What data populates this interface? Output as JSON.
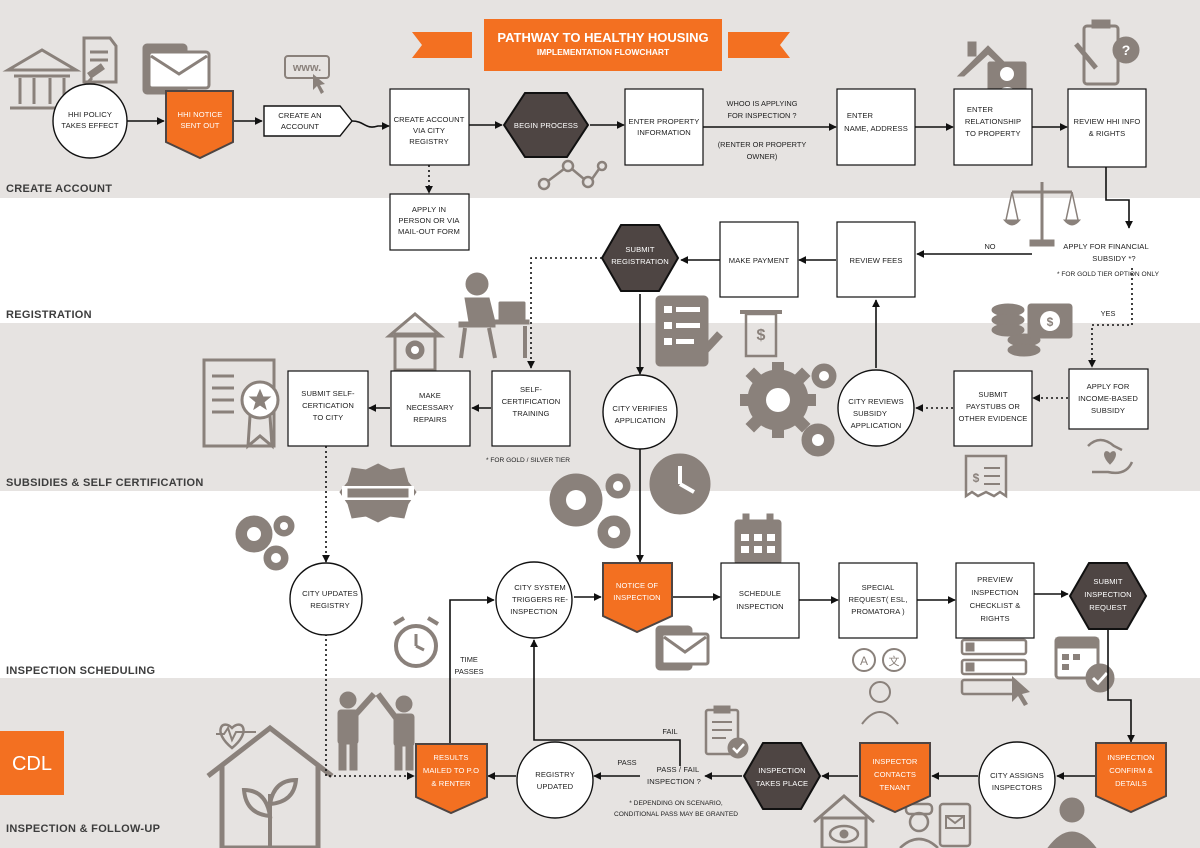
{
  "title": {
    "main": "PATHWAY TO HEALTHY HOUSING",
    "sub": "IMPLEMENTATION FLOWCHART"
  },
  "logo": "CDL",
  "lanes": [
    {
      "id": "create",
      "label": "CREATE ACCOUNT"
    },
    {
      "id": "registration",
      "label": "REGISTRATION"
    },
    {
      "id": "subsidies",
      "label": "SUBSIDIES & SELF CERTIFICATION"
    },
    {
      "id": "scheduling",
      "label": "INSPECTION SCHEDULING"
    },
    {
      "id": "followup",
      "label": "INSPECTION & FOLLOW-UP"
    }
  ],
  "nodes": [
    {
      "id": "hhi_policy",
      "shape": "circle",
      "lines": [
        "HHI POLICY",
        "TAKES EFFECT"
      ]
    },
    {
      "id": "hhi_notice",
      "shape": "orange",
      "lines": [
        "HHI NOTICE",
        "SENT OUT"
      ]
    },
    {
      "id": "create_account",
      "shape": "flag",
      "lines": [
        "CREATE AN",
        "ACCOUNT"
      ]
    },
    {
      "id": "create_via_city",
      "shape": "rect",
      "lines": [
        "CREATE ACCOUNT",
        "VIA CITY",
        "REGISTRY"
      ]
    },
    {
      "id": "apply_person",
      "shape": "rect",
      "lines": [
        "APPLY IN",
        "PERSON OR VIA",
        "MAIL-OUT FORM"
      ]
    },
    {
      "id": "begin_process",
      "shape": "hex",
      "lines": [
        "BEGIN PROCESS"
      ]
    },
    {
      "id": "enter_property",
      "shape": "rect",
      "lines": [
        "ENTER PROPERTY",
        "INFORMATION"
      ]
    },
    {
      "id": "enter_name",
      "shape": "rect",
      "lines": [
        "ENTER",
        "NAME, ADDRESS"
      ]
    },
    {
      "id": "enter_relationship",
      "shape": "rect",
      "lines": [
        "ENTER",
        "RELATIONSHIP",
        "TO PROPERTY"
      ]
    },
    {
      "id": "review_info",
      "shape": "rect",
      "lines": [
        "REVIEW HHI INFO",
        "& RIGHTS"
      ]
    },
    {
      "id": "apply_subsidy_q",
      "shape": "text",
      "lines": [
        "APPLY FOR FINANCIAL",
        "SUBSIDY *?"
      ]
    },
    {
      "id": "review_fees",
      "shape": "rect",
      "lines": [
        "REVIEW FEES"
      ]
    },
    {
      "id": "make_payment",
      "shape": "rect",
      "lines": [
        "MAKE PAYMENT"
      ]
    },
    {
      "id": "submit_registration",
      "shape": "hex",
      "lines": [
        "SUBMIT",
        "REGISTRATION"
      ]
    },
    {
      "id": "apply_income",
      "shape": "rect",
      "lines": [
        "APPLY FOR",
        "INCOME-BASED",
        "SUBSIDY"
      ]
    },
    {
      "id": "submit_paystubs",
      "shape": "rect",
      "lines": [
        "SUBMIT",
        "PAYSTUBS OR",
        "OTHER EVIDENCE"
      ]
    },
    {
      "id": "city_reviews",
      "shape": "circle",
      "lines": [
        "CITY REVIEWS",
        "SUBSIDY",
        "APPLICATION"
      ]
    },
    {
      "id": "city_verifies",
      "shape": "circle",
      "lines": [
        "CITY VERIFIES",
        "APPLICATION"
      ]
    },
    {
      "id": "self_cert",
      "shape": "rect",
      "lines": [
        "SELF-",
        "CERTIFICATION",
        "TRAINING"
      ]
    },
    {
      "id": "make_repairs",
      "shape": "rect",
      "lines": [
        "MAKE",
        "NECESSARY",
        "REPAIRS"
      ]
    },
    {
      "id": "submit_self",
      "shape": "rect",
      "lines": [
        "SUBMIT SELF-",
        "CERTICATION",
        "TO CITY"
      ]
    },
    {
      "id": "city_updates",
      "shape": "circle",
      "lines": [
        "CITY UPDATES",
        "REGISTRY"
      ]
    },
    {
      "id": "city_triggers",
      "shape": "circle",
      "lines": [
        "CITY SYSTEM",
        "TRIGGERS RE-",
        "INSPECTION"
      ]
    },
    {
      "id": "notice_inspection",
      "shape": "orange",
      "lines": [
        "NOTICE OF",
        "INSPECTION"
      ]
    },
    {
      "id": "schedule_inspection",
      "shape": "rect",
      "lines": [
        "SCHEDULE",
        "INSPECTION"
      ]
    },
    {
      "id": "special_request",
      "shape": "rect",
      "lines": [
        "SPECIAL",
        "REQUEST( ESL,",
        "PROMATORA )"
      ]
    },
    {
      "id": "preview_checklist",
      "shape": "rect",
      "lines": [
        "PREVIEW",
        "INSPECTION",
        "CHECKLIST &",
        "RIGHTS"
      ]
    },
    {
      "id": "submit_inspection",
      "shape": "hex",
      "lines": [
        "SUBMIT",
        "INSPECTION",
        "REQUEST"
      ]
    },
    {
      "id": "inspection_confirm",
      "shape": "orange",
      "lines": [
        "INSPECTION",
        "CONFIRM &",
        "DETAILS"
      ]
    },
    {
      "id": "city_assigns",
      "shape": "circle",
      "lines": [
        "CITY ASSIGNS",
        "INSPECTORS"
      ]
    },
    {
      "id": "inspector_contacts",
      "shape": "orange",
      "lines": [
        "INSPECTOR",
        "CONTACTS",
        "TENANT"
      ]
    },
    {
      "id": "inspection_takes_place",
      "shape": "hex",
      "lines": [
        "INSPECTION",
        "TAKES PLACE"
      ]
    },
    {
      "id": "pass_fail",
      "shape": "text",
      "lines": [
        "PASS / FAIL",
        "INSPECTION ?"
      ]
    },
    {
      "id": "registry_updated",
      "shape": "circle",
      "lines": [
        "REGISTRY",
        "UPDATED"
      ]
    },
    {
      "id": "results_mailed",
      "shape": "orange",
      "lines": [
        "RESULTS",
        "MAILED TO P.O",
        "& RENTER"
      ]
    }
  ],
  "edge_labels": {
    "who_applying": [
      "WHOO IS APPLYING",
      "FOR INSPECTION ?"
    ],
    "renter_owner": [
      "(RENTER OR PROPERTY",
      "OWNER)"
    ],
    "no": "NO",
    "yes": "YES",
    "pass": "PASS",
    "fail": "FAIL",
    "time_passes": [
      "TIME",
      "PASSES"
    ]
  },
  "notes": {
    "gold_tier": "* FOR GOLD TIER OPTION ONLY",
    "gold_silver": "* FOR GOLD / SILVER TIER",
    "scenario": [
      "* DEPENDING ON SCENARIO,",
      "CONDITIONAL PASS MAY BE GRANTED"
    ]
  },
  "icons": [
    "courthouse-icon",
    "contract-gavel-icon",
    "mail-tablet-icon",
    "www-cursor-icon",
    "network-nodes-icon",
    "house-person-icon",
    "clipboard-question-icon",
    "scales-icon",
    "person-laptop-icon",
    "house-gear-icon",
    "checklist-icon",
    "receipt-icon",
    "gears-icon",
    "money-coins-icon",
    "certificate-icon",
    "badge-icon",
    "hand-heart-icon",
    "receipt-list-icon",
    "gears-small-icon",
    "clock-icon",
    "calendar-icon",
    "mail-tablet-small-icon",
    "translation-icon",
    "form-cursor-icon",
    "calendar-check-icon",
    "alarm-clock-icon",
    "people-highfive-icon",
    "checklist-small-icon",
    "house-plant-icon",
    "house-eye-icon",
    "inspector-icon",
    "tablet-mail-icon",
    "agent-icon",
    "heart-pulse-icon"
  ],
  "colors": {
    "orange": "#f37021",
    "dark": "#4e4543",
    "lane_gray": "#e6e3e1",
    "icon_gray": "#8a817b"
  }
}
